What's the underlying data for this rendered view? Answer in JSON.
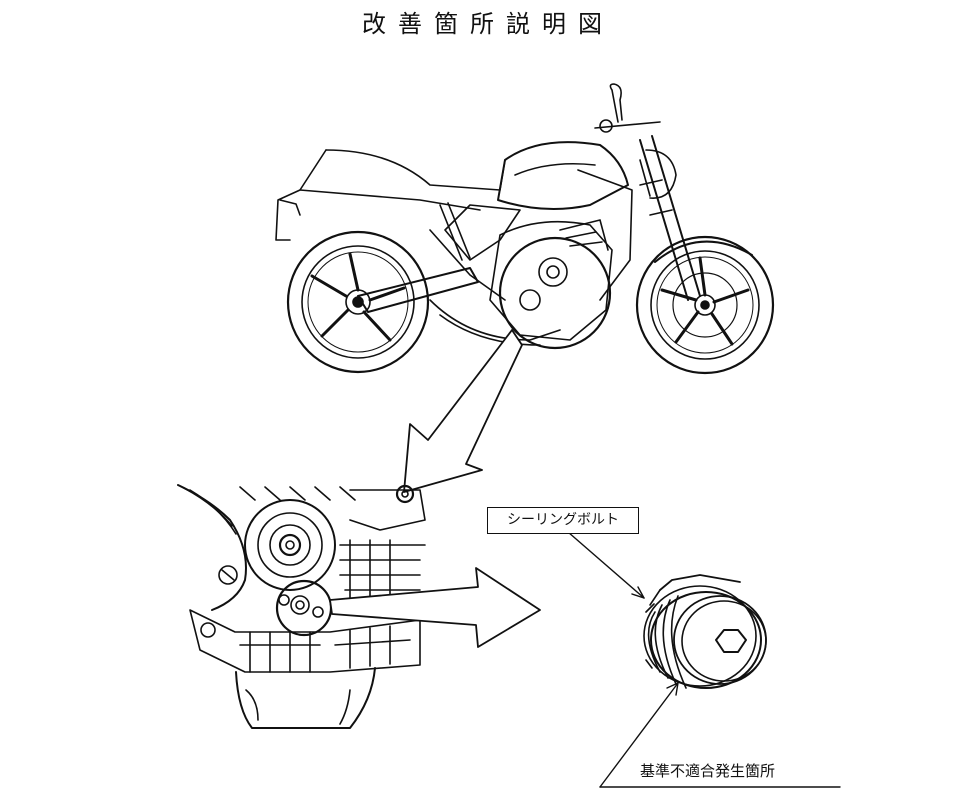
{
  "title": "改善箇所説明図",
  "callouts": {
    "part_name": "シーリングボルト",
    "defect_location": "基準不適合発生箇所"
  }
}
